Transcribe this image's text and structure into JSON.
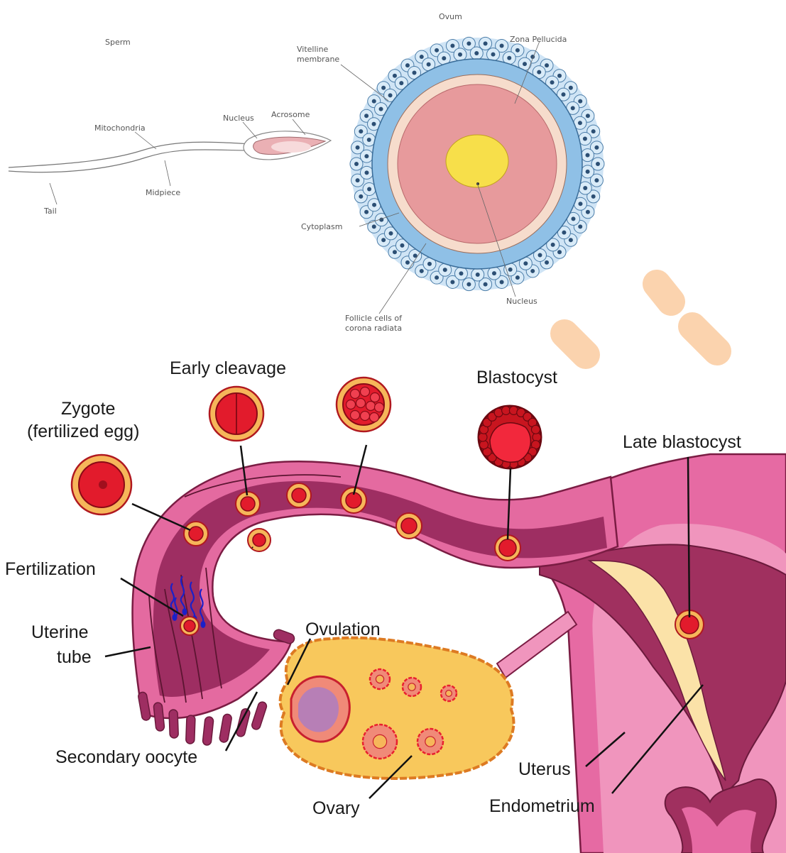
{
  "top_diagram": {
    "sperm_title": "Sperm",
    "ovum_title": "Ovum",
    "sperm_labels": {
      "nucleus": "Nucleus",
      "acrosome": "Acrosome",
      "mitochondria": "Mitochondria",
      "midpiece": "Midpiece",
      "tail": "Tail"
    },
    "ovum_labels": {
      "vitelline_line1": "Vitelline",
      "vitelline_line2": "membrane",
      "zona_pellucida": "Zona Pellucida",
      "cytoplasm": "Cytoplasm",
      "nucleus": "Nucleus",
      "follicle_line1": "Follicle cells of",
      "follicle_line2": "corona radiata"
    }
  },
  "bottom_diagram": {
    "labels": {
      "early_cleavage": "Early cleavage",
      "zygote_line1": "Zygote",
      "zygote_line2": "(fertilized egg)",
      "blastocyst": "Blastocyst",
      "late_blastocyst": "Late blastocyst",
      "fertilization": "Fertilization",
      "uterine_line1": "Uterine",
      "uterine_line2": "tube",
      "ovulation": "Ovulation",
      "secondary_oocyte": "Secondary oocyte",
      "uterus": "Uterus",
      "ovary": "Ovary",
      "endometrium": "Endometrium"
    }
  },
  "colors": {
    "tube_outer": "#e46aa0",
    "tube_inner": "#9e2e62",
    "uterus_light": "#f4a6c8",
    "endometrium_fill": "#fbe2a8",
    "cell_red": "#e21b2c",
    "cell_dark": "#a10f1d",
    "cell_halo": "#f6b65a",
    "ovary_fill": "#f8c85c",
    "ovum_blue": "#8fc0e6",
    "ovum_cytoplasm": "#e79a9c",
    "ovum_nucleus": "#f7df4a",
    "watermark": "#fbd3ae"
  }
}
